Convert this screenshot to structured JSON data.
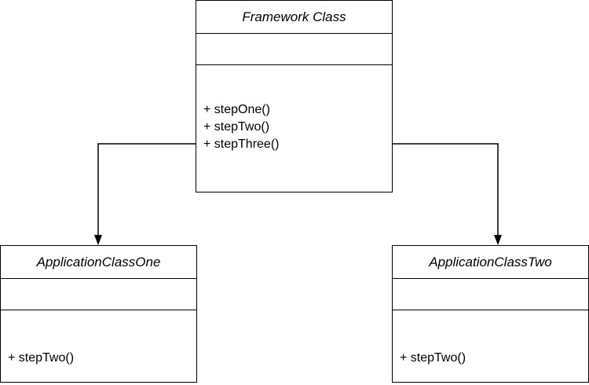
{
  "framework_class": {
    "name": "Framework Class",
    "attributes": [],
    "operations": [
      "+ stepOne()",
      "+ stepTwo()",
      "+ stepThree()"
    ]
  },
  "application_class_one": {
    "name": "ApplicationClassOne",
    "attributes": [],
    "operations": [
      "+ stepTwo()"
    ]
  },
  "application_class_two": {
    "name": "ApplicationClassTwo",
    "attributes": [],
    "operations": [
      "+ stepTwo()"
    ]
  }
}
